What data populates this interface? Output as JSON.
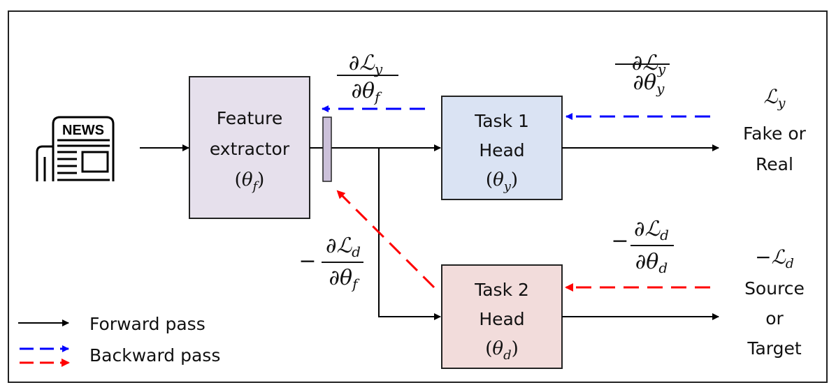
{
  "diagram": {
    "input": {
      "icon": "newspaper-icon",
      "icon_text": "NEWS"
    },
    "feature_extractor": {
      "line1": "Feature",
      "line2": "extractor",
      "param": "θ",
      "param_sub": "f",
      "fill": "#e6e0ec"
    },
    "task1": {
      "line1": "Task 1",
      "line2": "Head",
      "param": "θ",
      "param_sub": "y",
      "fill": "#dae3f3"
    },
    "task2": {
      "line1": "Task 2",
      "line2": "Head",
      "param": "θ",
      "param_sub": "d",
      "fill": "#f2dcdb"
    },
    "grl_fill": "#ccc1da",
    "grad_task1_feat": {
      "num": "∂ℒ",
      "num_sub": "y",
      "den": "∂θ",
      "den_sub": "f",
      "sign": ""
    },
    "grad_task1_head": {
      "num": "∂ℒ",
      "num_sub": "y",
      "den": "∂θ",
      "den_sub": "y",
      "sign": ""
    },
    "grad_task2_feat": {
      "num": "∂ℒ",
      "num_sub": "d",
      "den": "∂θ",
      "den_sub": "f",
      "sign": "−"
    },
    "grad_task2_head": {
      "num": "∂ℒ",
      "num_sub": "d",
      "den": "∂θ",
      "den_sub": "d",
      "sign": "−"
    },
    "output1": {
      "loss": "ℒ",
      "loss_sub": "y",
      "loss_sign": "",
      "line1": "Fake or",
      "line2": "Real"
    },
    "output2": {
      "loss": "ℒ",
      "loss_sub": "d",
      "loss_sign": "−",
      "line1": "Source",
      "line2": "or",
      "line3": "Target"
    },
    "legend": {
      "forward": "Forward pass",
      "backward": "Backward pass"
    },
    "colors": {
      "forward": "#000000",
      "backward_task1": "#0000ff",
      "backward_task2": "#ff0000"
    }
  }
}
